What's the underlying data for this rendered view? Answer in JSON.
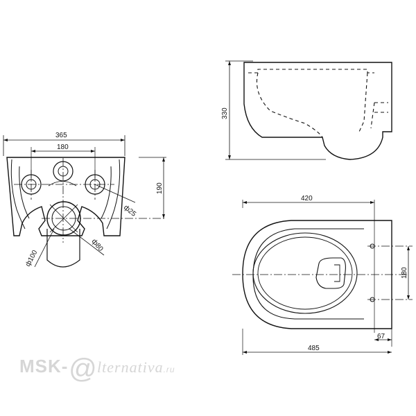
{
  "views": {
    "front": {
      "width": "365",
      "hole_spacing": "180",
      "height": "190",
      "small_hole_dia": "ф25",
      "outlet_dia": "ф100",
      "inner_dia": "ф80"
    },
    "side": {
      "height": "330"
    },
    "top": {
      "seat_width": "420",
      "overall_length": "485",
      "bolt_spacing": "180",
      "bolt_offset": "67"
    }
  },
  "watermark": {
    "prefix": "MSK-",
    "at": "@",
    "suffix": "lternativa",
    "tld": ".ru"
  },
  "colors": {
    "line": "#111111",
    "watermark": "#d6d6d6"
  }
}
